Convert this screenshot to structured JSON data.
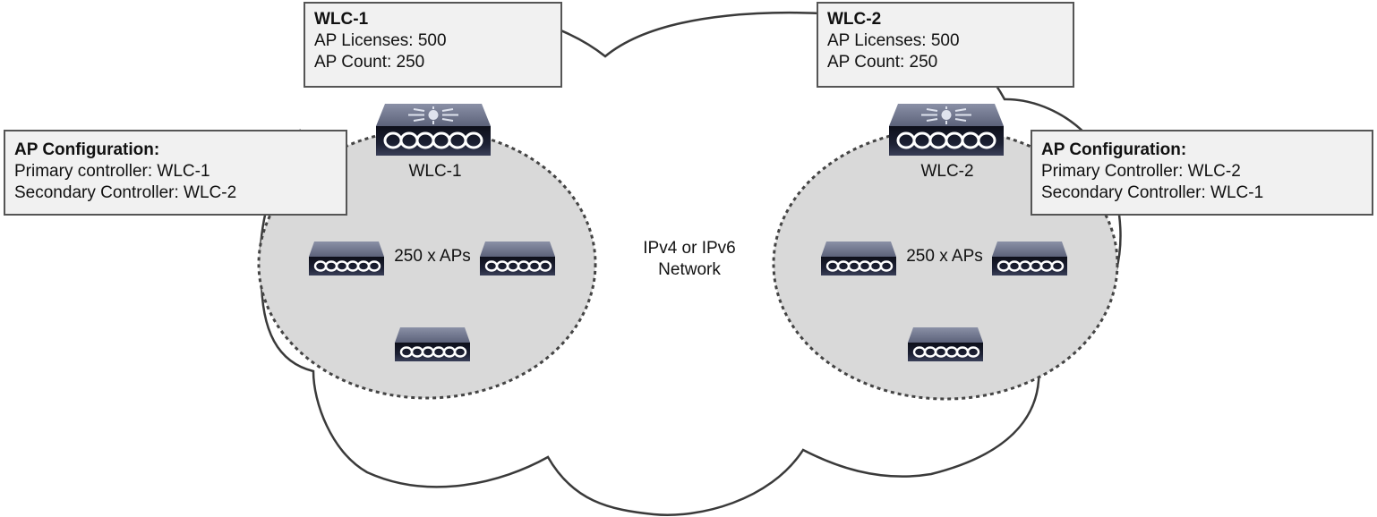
{
  "network": {
    "label_line1": "IPv4 or IPv6",
    "label_line2": "Network"
  },
  "controllers": [
    {
      "name": "WLC-1",
      "icon": "wireless-lan-controller-icon",
      "info": {
        "title": "WLC-1",
        "licenses": "AP Licenses: 500",
        "count": "AP Count: 250"
      },
      "ap_config": {
        "title": "AP Configuration:",
        "primary": "Primary controller: WLC-1",
        "secondary": "Secondary Controller: WLC-2"
      },
      "ap_group_label": "250 x APs"
    },
    {
      "name": "WLC-2",
      "icon": "wireless-lan-controller-icon",
      "info": {
        "title": "WLC-2",
        "licenses": "AP Licenses: 500",
        "count": "AP Count: 250"
      },
      "ap_config": {
        "title": "AP Configuration:",
        "primary": "Primary Controller: WLC-2",
        "secondary": "Secondary Controller: WLC-1"
      },
      "ap_group_label": "250 x APs"
    }
  ],
  "colors": {
    "cloud_stroke": "#3a3a3a",
    "site_fill": "#d9d9d9",
    "site_stroke": "#444444",
    "callout_fill": "#f1f1f1",
    "device_top": "#6b7188",
    "device_front": "#151826"
  }
}
